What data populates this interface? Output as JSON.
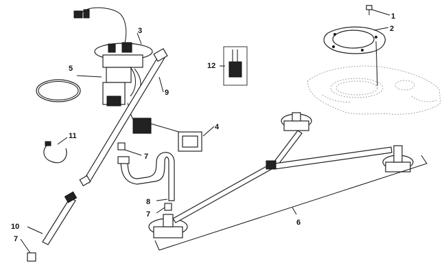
{
  "diagram": {
    "callouts": [
      {
        "id": "c1",
        "text": "1"
      },
      {
        "id": "c2",
        "text": "2"
      },
      {
        "id": "c3",
        "text": "3"
      },
      {
        "id": "c4",
        "text": "4"
      },
      {
        "id": "c5",
        "text": "5"
      },
      {
        "id": "c6",
        "text": "6"
      },
      {
        "id": "c7a",
        "text": "7"
      },
      {
        "id": "c7b",
        "text": "7"
      },
      {
        "id": "c7c",
        "text": "7"
      },
      {
        "id": "c8",
        "text": "8"
      },
      {
        "id": "c9",
        "text": "9"
      },
      {
        "id": "c10",
        "text": "10"
      },
      {
        "id": "c11",
        "text": "11"
      },
      {
        "id": "c12",
        "text": "12"
      }
    ]
  }
}
